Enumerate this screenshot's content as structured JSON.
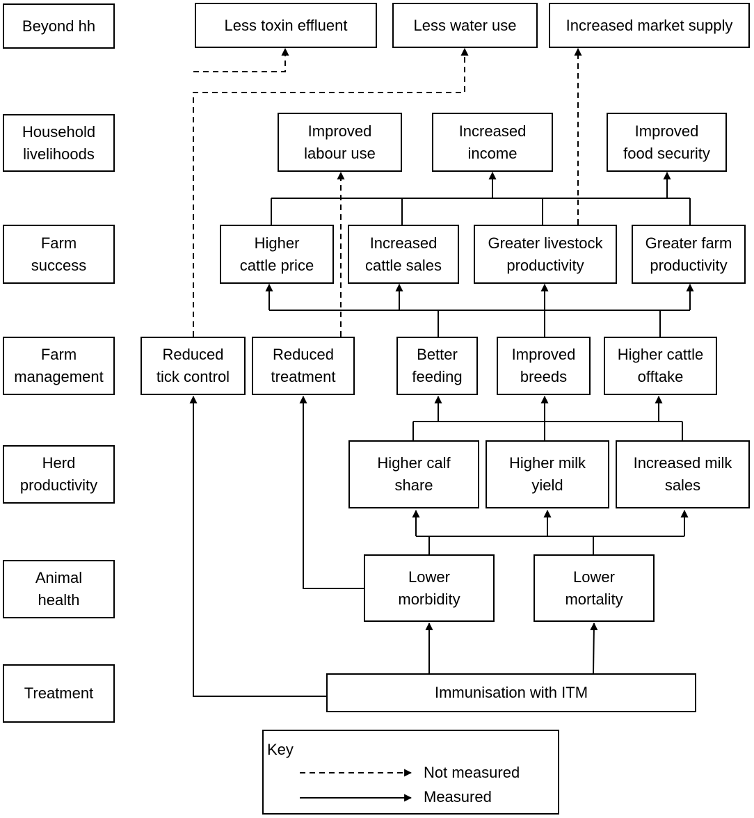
{
  "rows": {
    "beyond_hh": [
      "Beyond hh"
    ],
    "household_livelihoods": [
      "Household",
      "livelihoods"
    ],
    "farm_success": [
      "Farm",
      "success"
    ],
    "farm_management": [
      "Farm",
      "management"
    ],
    "herd_productivity": [
      "Herd",
      "productivity"
    ],
    "animal_health": [
      "Animal",
      "health"
    ],
    "treatment": [
      "Treatment"
    ]
  },
  "nodes": {
    "less_toxin_effluent": [
      "Less toxin effluent"
    ],
    "less_water_use": [
      "Less water use"
    ],
    "increased_market_supply": [
      "Increased market supply"
    ],
    "improved_labour_use": [
      "Improved",
      "labour use"
    ],
    "increased_income": [
      "Increased",
      "income"
    ],
    "improved_food_security": [
      "Improved",
      "food security"
    ],
    "higher_cattle_price": [
      "Higher",
      "cattle price"
    ],
    "increased_cattle_sales": [
      "Increased",
      "cattle sales"
    ],
    "greater_livestock_productivity": [
      "Greater livestock",
      "productivity"
    ],
    "greater_farm_productivity": [
      "Greater farm",
      "productivity"
    ],
    "reduced_tick_control": [
      "Reduced",
      "tick control"
    ],
    "reduced_treatment": [
      "Reduced",
      "treatment"
    ],
    "better_feeding": [
      "Better",
      "feeding"
    ],
    "improved_breeds": [
      "Improved",
      "breeds"
    ],
    "higher_cattle_offtake": [
      "Higher cattle",
      "offtake"
    ],
    "higher_calf_share": [
      "Higher calf",
      "share"
    ],
    "higher_milk_yield": [
      "Higher milk",
      "yield"
    ],
    "increased_milk_sales": [
      "Increased milk",
      "sales"
    ],
    "lower_morbidity": [
      "Lower",
      "morbidity"
    ],
    "lower_mortality": [
      "Lower",
      "mortality"
    ],
    "immunisation_itm": [
      "Immunisation with ITM"
    ]
  },
  "links": [
    {
      "kind": "measured",
      "from": "immunisation_itm",
      "to": "lower_morbidity"
    },
    {
      "kind": "measured",
      "from": "immunisation_itm",
      "to": "lower_mortality"
    },
    {
      "kind": "measured",
      "from": "immunisation_itm",
      "to": "reduced_tick_control"
    },
    {
      "kind": "measured",
      "from": "lower_morbidity",
      "to": "reduced_treatment"
    },
    {
      "kind": "measured",
      "from": "lower_morbidity",
      "to": "higher_calf_share"
    },
    {
      "kind": "measured",
      "from": "lower_morbidity",
      "to": "higher_milk_yield"
    },
    {
      "kind": "measured",
      "from": "lower_morbidity",
      "to": "increased_milk_sales"
    },
    {
      "kind": "measured",
      "from": "lower_mortality",
      "to": "higher_calf_share"
    },
    {
      "kind": "measured",
      "from": "lower_mortality",
      "to": "higher_milk_yield"
    },
    {
      "kind": "measured",
      "from": "lower_mortality",
      "to": "increased_milk_sales"
    },
    {
      "kind": "measured",
      "from": "higher_calf_share",
      "to": "better_feeding"
    },
    {
      "kind": "measured",
      "from": "higher_milk_yield",
      "to": "improved_breeds"
    },
    {
      "kind": "measured",
      "from": "increased_milk_sales",
      "to": "higher_cattle_offtake"
    },
    {
      "kind": "measured",
      "from": "better_feeding",
      "to": "higher_cattle_price"
    },
    {
      "kind": "measured",
      "from": "better_feeding",
      "to": "increased_cattle_sales"
    },
    {
      "kind": "measured",
      "from": "improved_breeds",
      "to": "greater_livestock_productivity"
    },
    {
      "kind": "measured",
      "from": "higher_cattle_offtake",
      "to": "greater_farm_productivity"
    },
    {
      "kind": "measured",
      "from": "greater_livestock_productivity",
      "to": "increased_income"
    },
    {
      "kind": "measured",
      "from": "greater_farm_productivity",
      "to": "improved_food_security"
    },
    {
      "kind": "not_measured",
      "from": "reduced_treatment",
      "to": "improved_labour_use"
    },
    {
      "kind": "not_measured",
      "from": "reduced_tick_control",
      "to": "less_toxin_effluent"
    },
    {
      "kind": "not_measured",
      "from": "reduced_tick_control",
      "to": "less_water_use"
    },
    {
      "kind": "not_measured",
      "from": "greater_livestock_productivity",
      "to": "increased_market_supply"
    }
  ],
  "key": {
    "title": "Key",
    "not_measured": "Not measured",
    "measured": "Measured"
  }
}
